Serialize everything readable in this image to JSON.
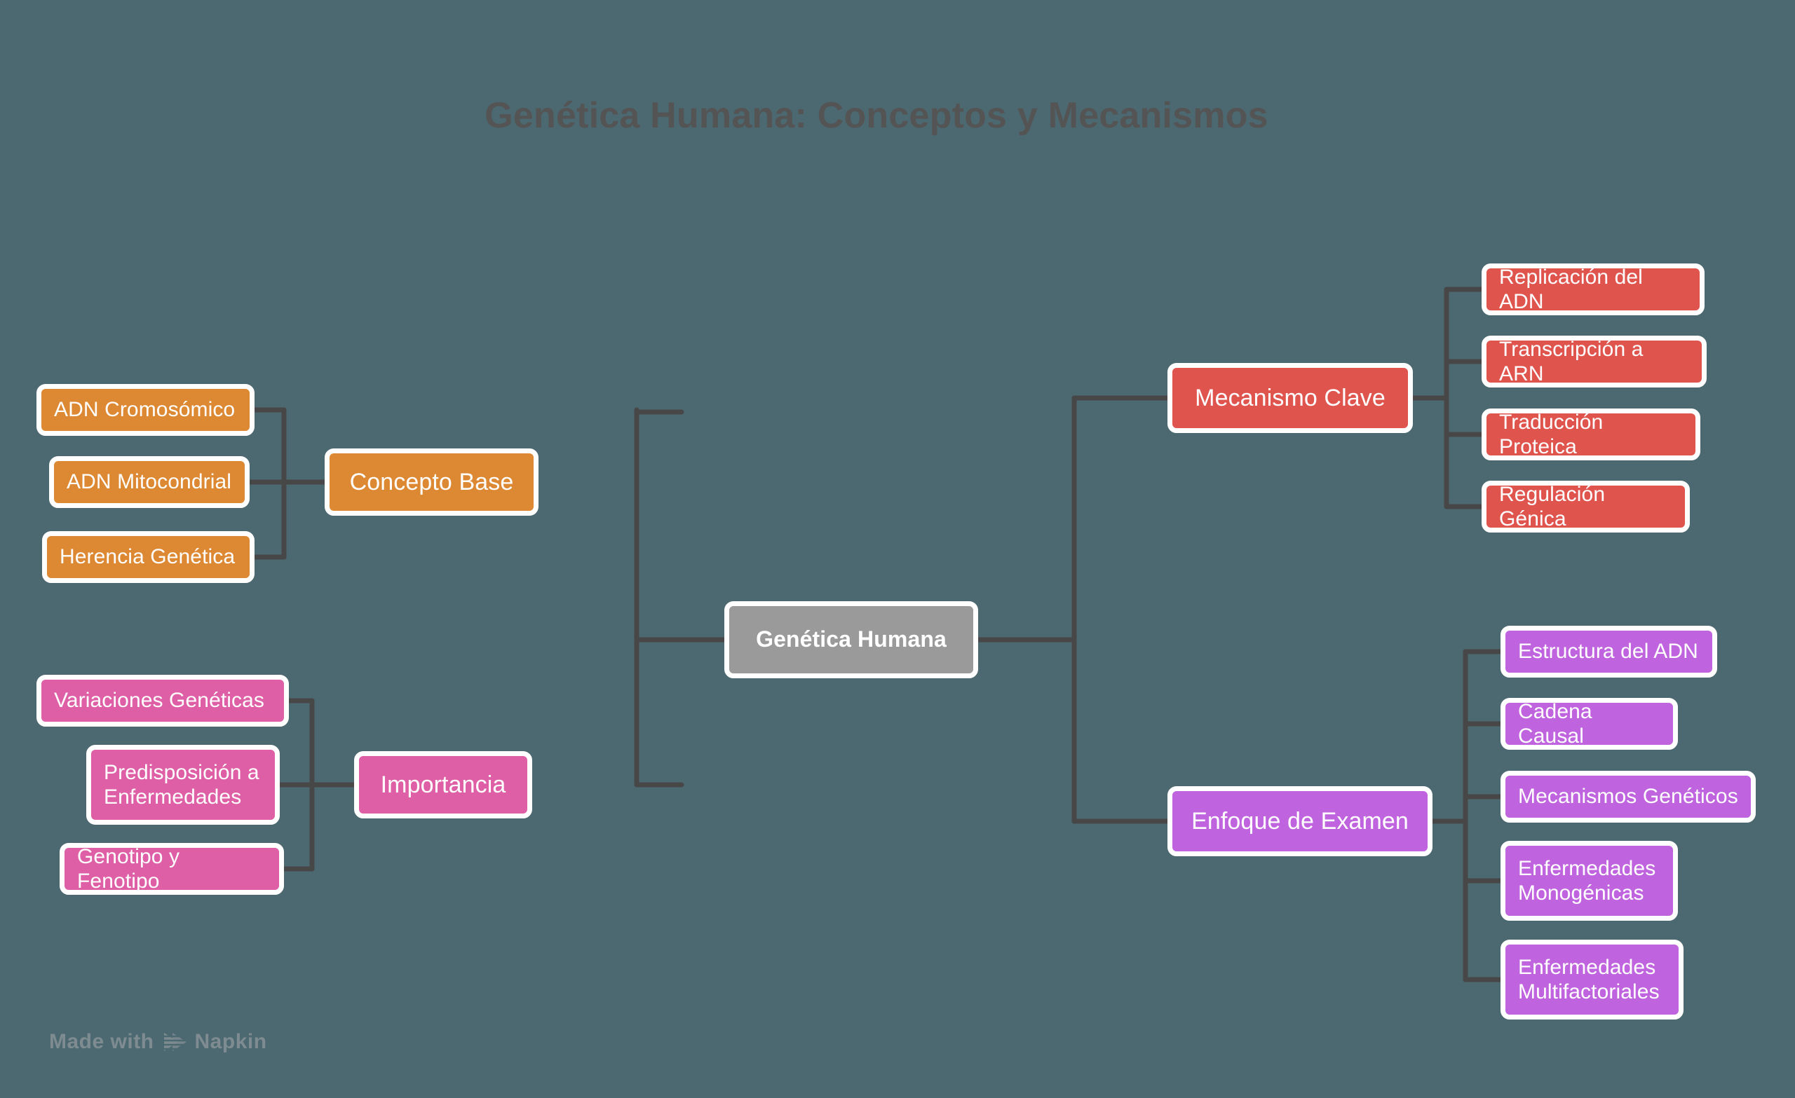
{
  "page": {
    "title": "Genética Humana: Conceptos y Mecanismos",
    "background_color": "#4C6870",
    "title_color": "#545454",
    "connector_color": "#474747"
  },
  "watermark": {
    "prefix": "Made with",
    "brand": "Napkin",
    "icon": "napkin-play-icon"
  },
  "diagram": {
    "type": "mind-map",
    "center": {
      "label": "Genética Humana",
      "color": "#9A9A9A"
    },
    "branches": [
      {
        "id": "concepto-base",
        "label": "Concepto Base",
        "color": "#DD8832",
        "side": "left",
        "leaves": [
          {
            "label": "ADN Cromosómico"
          },
          {
            "label": "ADN Mitocondrial"
          },
          {
            "label": "Herencia Genética"
          }
        ]
      },
      {
        "id": "importancia",
        "label": "Importancia",
        "color": "#DE5FA5",
        "side": "left",
        "leaves": [
          {
            "label": "Variaciones Genéticas"
          },
          {
            "label": "Predisposición a\nEnfermedades"
          },
          {
            "label": "Genotipo y Fenotipo"
          }
        ]
      },
      {
        "id": "mecanismo-clave",
        "label": "Mecanismo Clave",
        "color": "#E0544E",
        "side": "right",
        "leaves": [
          {
            "label": "Replicación del ADN"
          },
          {
            "label": "Transcripción a ARN"
          },
          {
            "label": "Traducción Proteica"
          },
          {
            "label": "Regulación Génica"
          }
        ]
      },
      {
        "id": "enfoque-de-examen",
        "label": "Enfoque de Examen",
        "color": "#C063DF",
        "side": "right",
        "leaves": [
          {
            "label": "Estructura del ADN"
          },
          {
            "label": "Cadena Causal"
          },
          {
            "label": "Mecanismos Genéticos"
          },
          {
            "label": "Enfermedades\nMonogénicas"
          },
          {
            "label": "Enfermedades\nMultifactoriales"
          }
        ]
      }
    ]
  }
}
